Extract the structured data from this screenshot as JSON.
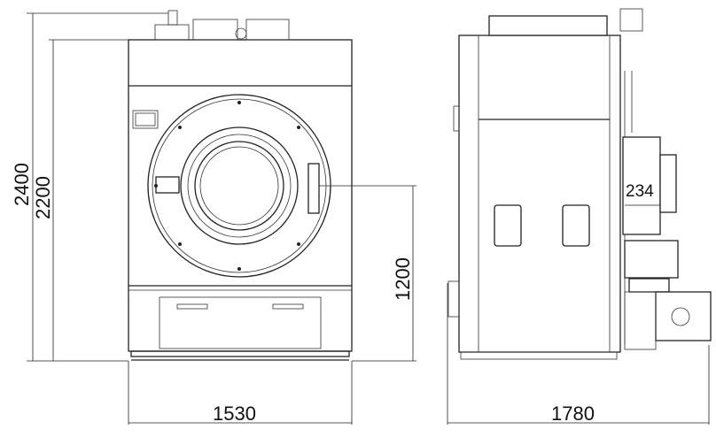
{
  "dimensions": {
    "total_height": "2400",
    "body_height": "2200",
    "door_center_height": "1200",
    "side_depth_offset": "234",
    "front_width": "1530",
    "side_depth": "1780"
  },
  "colors": {
    "line": "#222222",
    "background": "#ffffff"
  }
}
